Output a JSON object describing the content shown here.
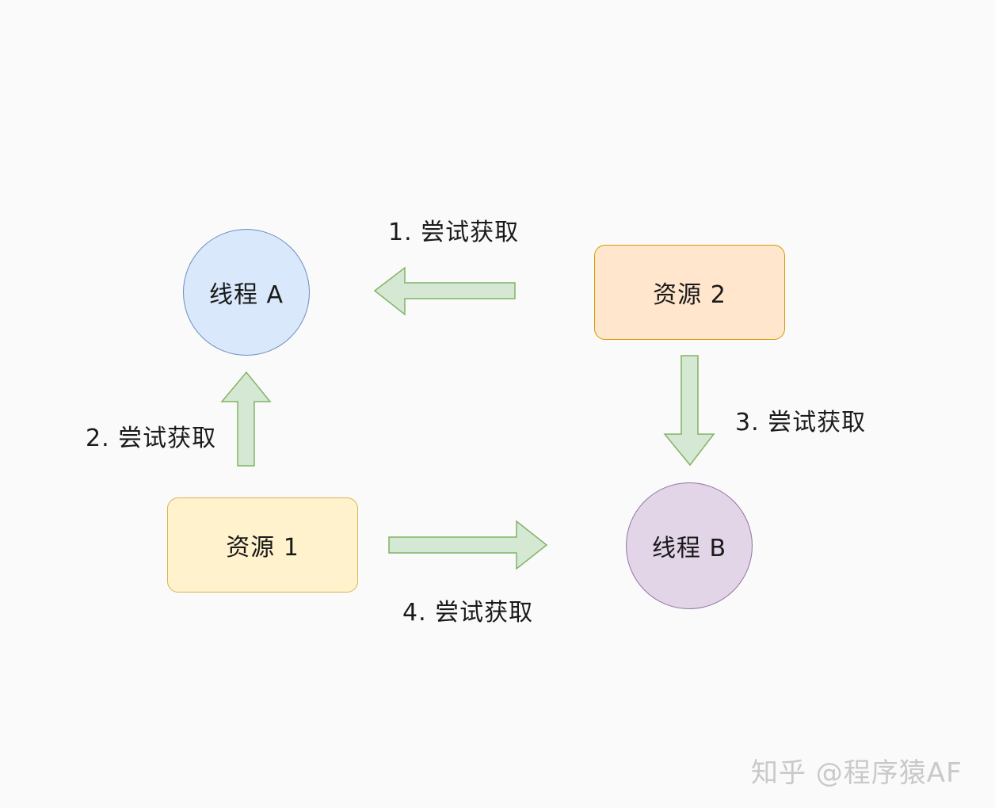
{
  "nodes": {
    "thread_a": {
      "label": "线程 A",
      "fill": "#dae8fc",
      "stroke": "#6c8ebf"
    },
    "thread_b": {
      "label": "线程 B",
      "fill": "#e1d5e7",
      "stroke": "#9673a6"
    },
    "resource_1": {
      "label": "资源 1",
      "fill": "#fff2cc",
      "stroke": "#d6b656"
    },
    "resource_2": {
      "label": "资源 2",
      "fill": "#ffe6cc",
      "stroke": "#d79b00"
    }
  },
  "edges": [
    {
      "from": "资源 2",
      "to": "线程 A",
      "label": "1. 尝试获取"
    },
    {
      "from": "资源 1",
      "to": "线程 A",
      "label": "2. 尝试获取"
    },
    {
      "from": "资源 2",
      "to": "线程 B",
      "label": "3. 尝试获取"
    },
    {
      "from": "资源 1",
      "to": "线程 B",
      "label": "4. 尝试获取"
    }
  ],
  "arrow_colors": {
    "fill": "#d5e8d4",
    "stroke": "#82b366"
  },
  "watermark": "知乎 @程序猿AF"
}
